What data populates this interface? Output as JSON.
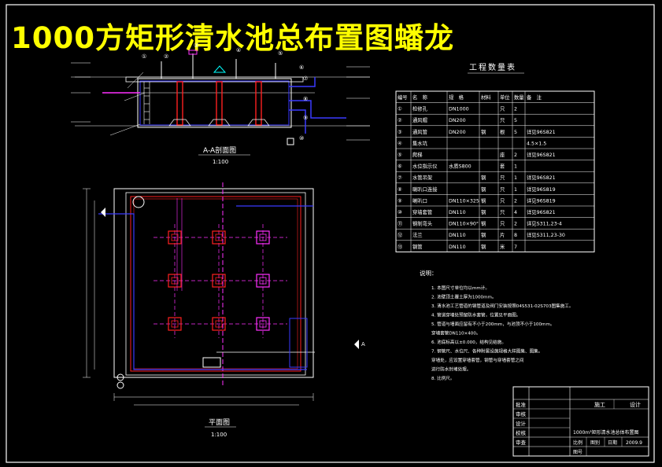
{
  "title": "1000方矩形清水池总布置图蟠龙",
  "section": {
    "title": "A-A剖面图",
    "scale": "1:100"
  },
  "plan": {
    "title": "平面图",
    "scale": "1:100",
    "section_mark": "A"
  },
  "table": {
    "title": "工程数量表",
    "headers": [
      "编号",
      "名　称",
      "规　格",
      "材料",
      "单位",
      "数量",
      "备　注"
    ],
    "rows": [
      [
        "①",
        "检修孔",
        "DN1000",
        "",
        "只",
        "2",
        ""
      ],
      [
        "②",
        "通风帽",
        "DN200",
        "",
        "只",
        "5",
        ""
      ],
      [
        "③",
        "通风管",
        "DN200",
        "钢",
        "根",
        "5",
        "详见96S821"
      ],
      [
        "④",
        "集水坑",
        "",
        "",
        "",
        "",
        "4.5×1.5"
      ],
      [
        "⑤",
        "爬梯",
        "",
        "",
        "座",
        "2",
        "详见96S821"
      ],
      [
        "⑥",
        "水位指示仪",
        "水质S800",
        "",
        "套",
        "1",
        ""
      ],
      [
        "⑦",
        "水管吊架",
        "",
        "钢",
        "只",
        "1",
        "详见96S821"
      ],
      [
        "⑧",
        "喇叭口连接",
        "",
        "钢",
        "只",
        "1",
        "详见96S819"
      ],
      [
        "⑨",
        "喇叭口",
        "DN110×325",
        "钢",
        "只",
        "2",
        "详见96S819"
      ],
      [
        "⑩",
        "穿墙套管",
        "DN110",
        "钢",
        "只",
        "4",
        "详见96S821"
      ],
      [
        "⑪",
        "钢制弯头",
        "DN110×90°",
        "钢",
        "只",
        "2",
        "详见S311,23-4"
      ],
      [
        "⑫",
        "法兰",
        "DN110",
        "钢",
        "片",
        "8",
        "详见S311,23-30"
      ],
      [
        "⑬",
        "钢管",
        "DN110",
        "钢",
        "米",
        "7",
        ""
      ]
    ]
  },
  "notes": {
    "heading": "说明：",
    "items": [
      "1. 本图尺寸单位均以mm计。",
      "2. 池壁顶土覆土厚为1000mm。",
      "3. 清水池工艺管道的钢管道及阀门安装按照04S531-02S703图集施工。",
      "4. 管道穿墙处预留防水套管，位置见平面图。",
      "5. 管道与墙面应留有不小于200mm，与池顶不小于100mm。",
      "   穿墙套管DN110×400。",
      "6. 池底标高以±0.000，结构见结施。",
      "7. 钢管尺、水位尺、各种附属设施规格大样图集、图集。",
      "   穿墙处，应设置穿墙套管，钢管与穿墙套管之间",
      "   进行防水封堵处理。",
      "8. 比例尺。"
    ]
  },
  "title_block": {
    "rows": [
      "批准",
      "审核",
      "设计",
      "校核",
      "审查"
    ],
    "stage_label": "施工",
    "type_label": "设计",
    "drawing_name": "1000m³矩形清水池总体布置图",
    "bottom": [
      "比例",
      "图别",
      "日期",
      "2009.9"
    ],
    "number_label": "图号"
  },
  "section_labels": [
    "①",
    "②",
    "③",
    "④",
    "⑤",
    "⑥",
    "⑦",
    "⑧",
    "⑨",
    "⑩"
  ],
  "colors": {
    "background": "#000000",
    "title": "#ffff00",
    "line": "#ffffff",
    "red": "#ff2020",
    "blue": "#3a3aff",
    "magenta": "#ff30ff",
    "cyan": "#00ffff",
    "green": "#00ff00"
  }
}
